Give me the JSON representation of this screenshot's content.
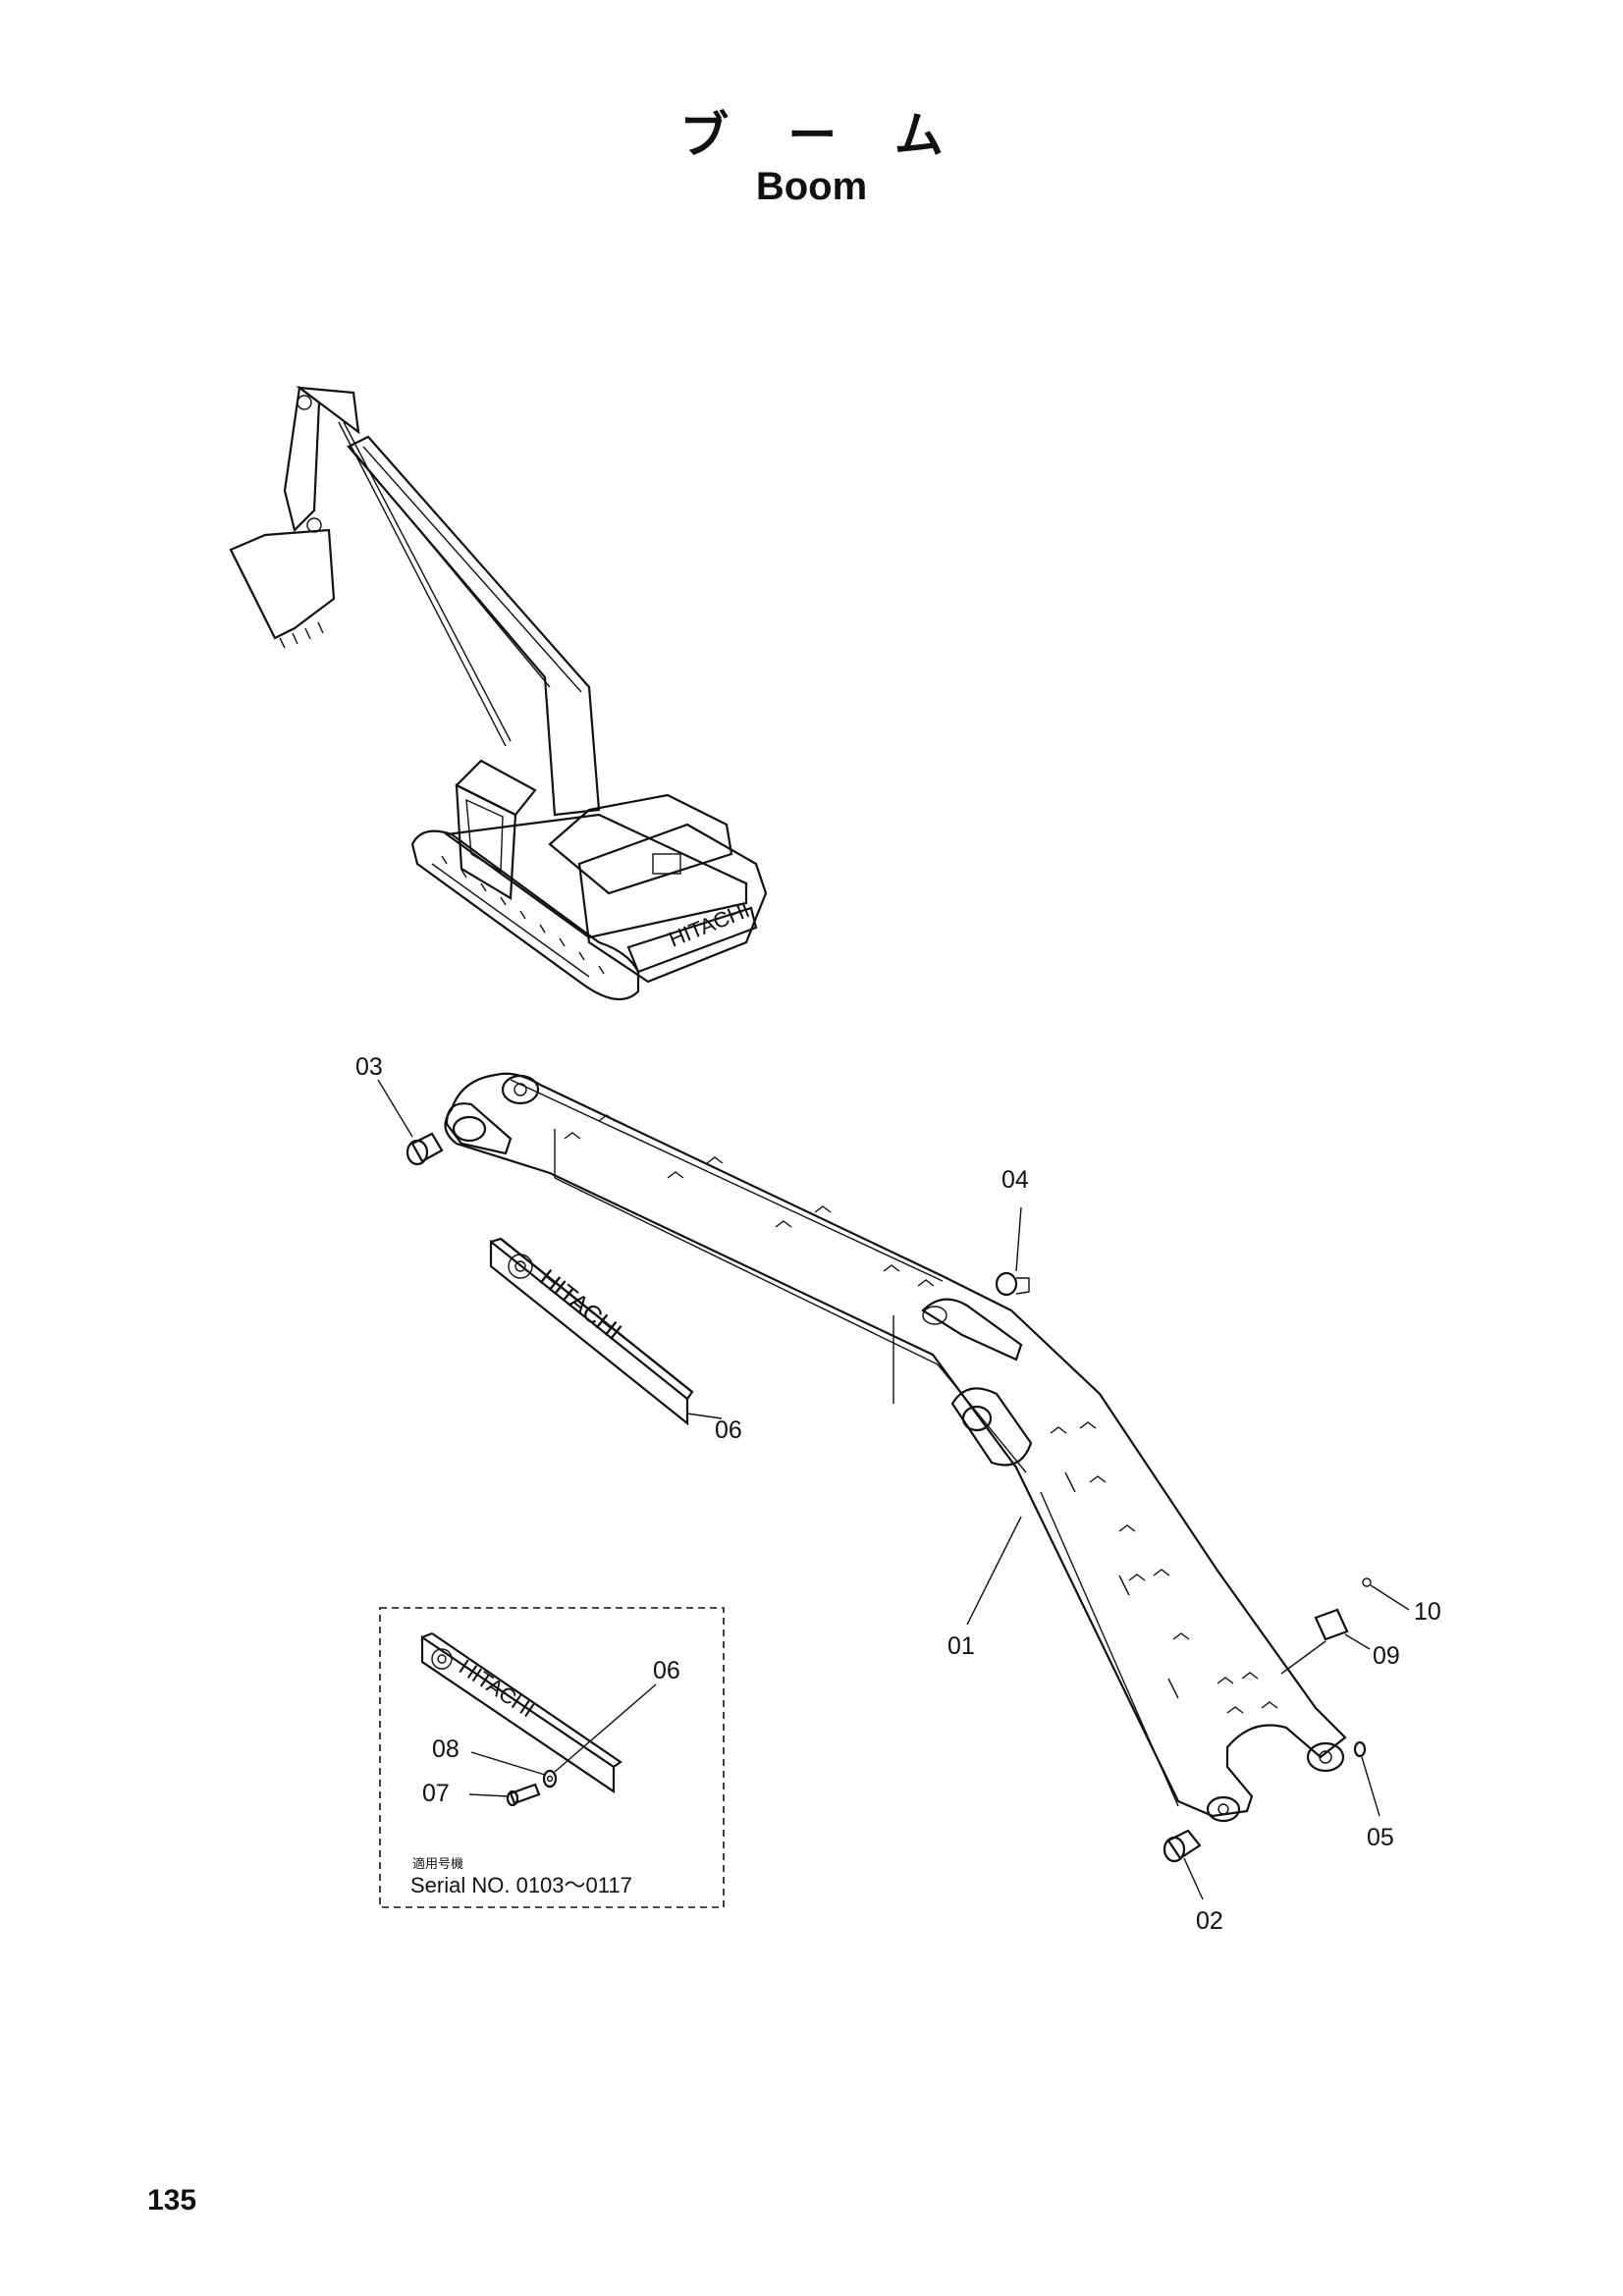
{
  "title_jp": "ブーム",
  "title_en": "Boom",
  "page_number": "135",
  "callouts": {
    "p01": "01",
    "p02": "02",
    "p03": "03",
    "p04": "04",
    "p05": "05",
    "p06": "06",
    "p06_inset": "06",
    "p07": "07",
    "p08": "08",
    "p09": "09",
    "p10": "10"
  },
  "inset": {
    "note_jp": "適用号機",
    "serial": "Serial NO. 0103～0117"
  },
  "logo_text": "HITACHI"
}
